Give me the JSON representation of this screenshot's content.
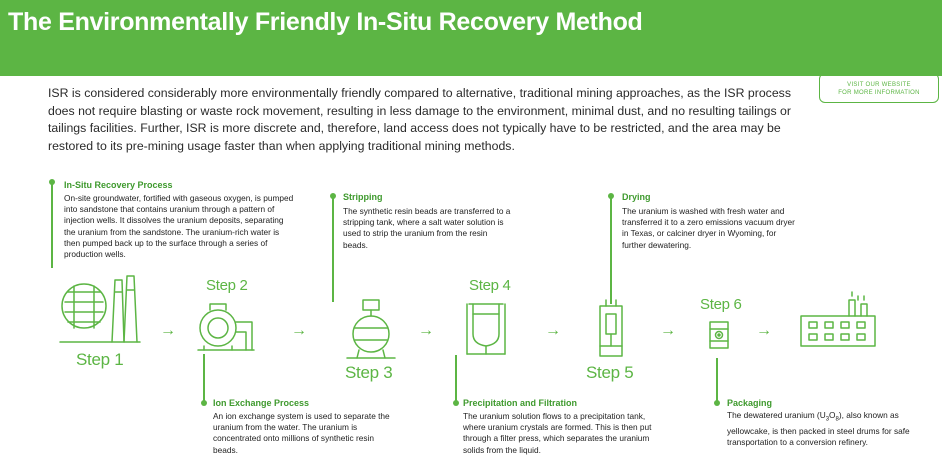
{
  "header": {
    "title": "The Environmentally Friendly In-Situ Recovery Method"
  },
  "intro": {
    "text": "ISR is considered considerably more environmentally friendly compared to alternative, traditional mining approaches, as the ISR process does not require blasting or waste rock movement, resulting in less damage to the environment, minimal dust, and no resulting tailings or tailings facilities. Further, ISR is more discrete and, therefore, land access does not typically have to be restricted, and the area may be restored to its pre-mining usage faster than when applying traditional mining methods."
  },
  "visit_button": {
    "line1": "VISIT OUR WEBSITE",
    "line2": "FOR MORE INFORMATION"
  },
  "steps": {
    "step1": "Step 1",
    "step2": "Step 2",
    "step3": "Step 3",
    "step4": "Step 4",
    "step5": "Step 5",
    "step6": "Step 6"
  },
  "arrow_glyph": "→",
  "blocks": {
    "isr": {
      "title": "In-Situ Recovery Process",
      "text": "On-site groundwater, fortified with gaseous oxygen, is pumped into sandstone that contains uranium through a pattern of injection wells. It dissolves the uranium deposits, separating the uranium from the sandstone. The uranium-rich water is then pumped back up to the surface through a series of production wells."
    },
    "stripping": {
      "title": "Stripping",
      "text": "The synthetic resin beads are transferred to a stripping tank, where a salt water solution is used to strip the uranium from the resin beads."
    },
    "drying": {
      "title": "Drying",
      "text": "The uranium is washed with fresh water and transferred it to a zero emissions vacuum dryer in Texas, or calciner dryer in Wyoming, for further dewatering."
    },
    "ion": {
      "title": "Ion Exchange Process",
      "text": "An ion exchange system is used to separate the uranium from the water. The uranium is concentrated onto millions of synthetic resin beads."
    },
    "precip": {
      "title": "Precipitation and Filtration",
      "text": "The uranium solution flows to a precipitation tank, where uranium crystals are formed. This is then put through a filter press, which separates the uranium solids from the liquid."
    },
    "packaging": {
      "title": "Packaging",
      "text_before": "The dewatered uranium (U",
      "sub1": "3",
      "text_mid": "O",
      "sub2": "8",
      "text_after": "), also known as yellowcake, is then packed in steel drums for safe transportation to a conversion refinery."
    }
  },
  "colors": {
    "brand_green": "#5cb544",
    "title_green": "#3f9a2e",
    "text": "#222222"
  },
  "icons": [
    "isr-plant-icon",
    "ion-exchange-tank-icon",
    "stripping-tank-icon",
    "precipitation-tank-icon",
    "filter-press-icon",
    "drum-icon",
    "refinery-icon"
  ]
}
